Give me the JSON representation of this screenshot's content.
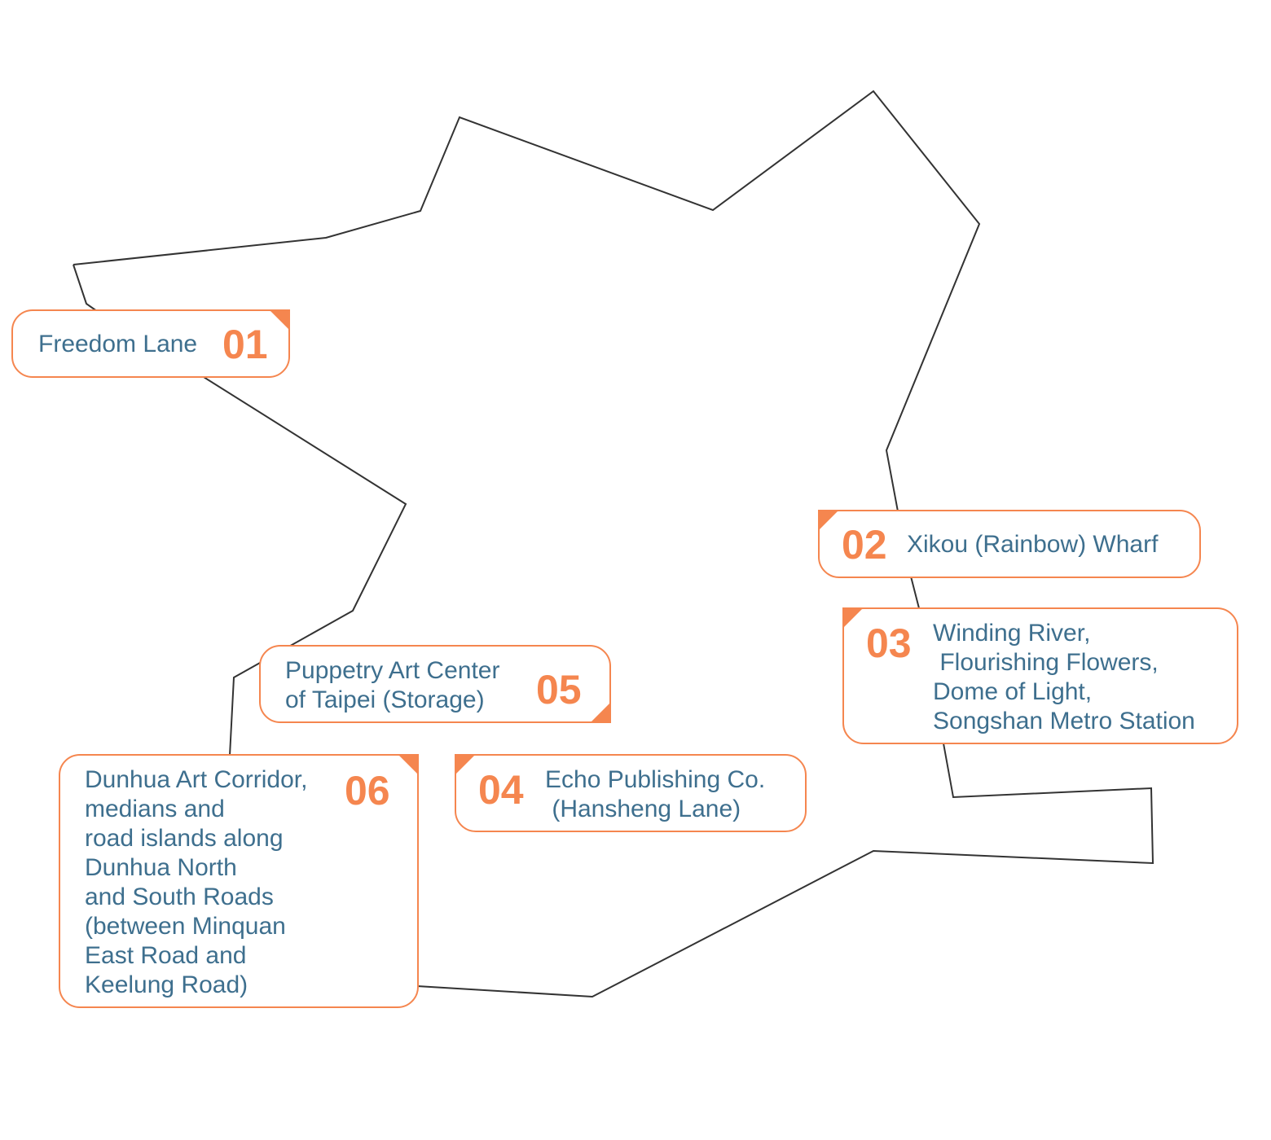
{
  "colors": {
    "accent": "#f5864f",
    "label_text": "#3e6f8e",
    "outline": "#333333"
  },
  "locations": [
    {
      "number": "01",
      "name": "Freedom Lane"
    },
    {
      "number": "02",
      "name": "Xikou (Rainbow) Wharf"
    },
    {
      "number": "03",
      "name": "Winding River,\n Flourishing Flowers,\nDome of Light,\nSongshan Metro Station"
    },
    {
      "number": "04",
      "name": "Echo Publishing Co.\n (Hansheng Lane)"
    },
    {
      "number": "05",
      "name": "Puppetry Art Center\nof Taipei (Storage)"
    },
    {
      "number": "06",
      "name": "Dunhua Art Corridor,\nmedians and\nroad islands along\nDunhua North\nand South Roads\n(between Minquan\nEast Road and\nKeelung Road)"
    }
  ]
}
